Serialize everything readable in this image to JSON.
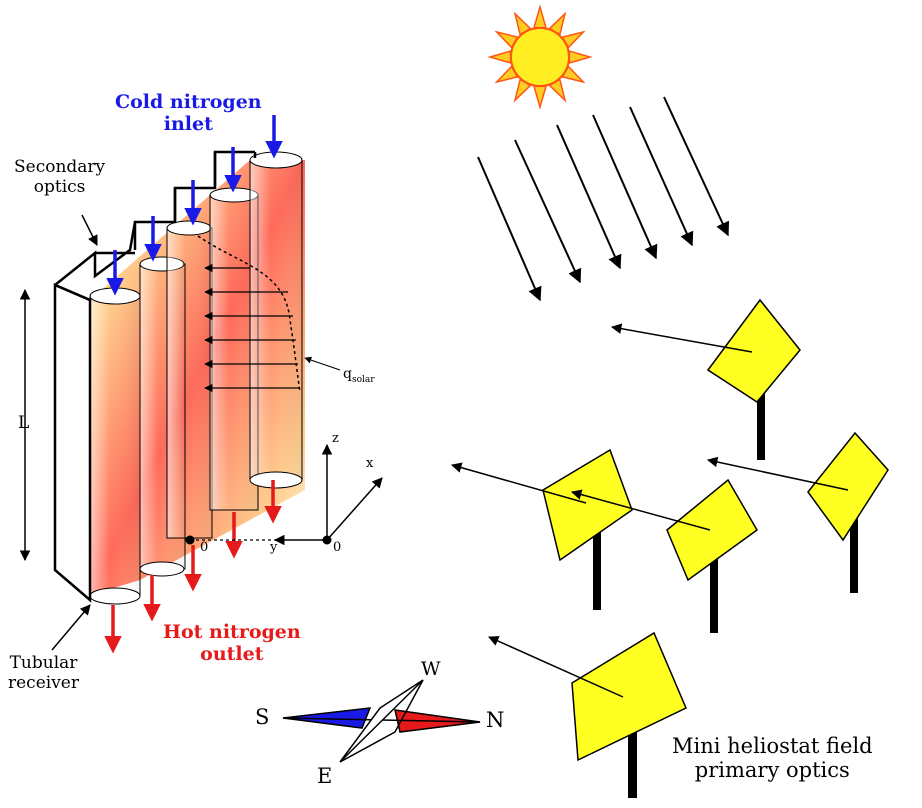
{
  "labels": {
    "cold_inlet_line1": "Cold nitrogen",
    "cold_inlet_line2": "inlet",
    "secondary_line1": "Secondary",
    "secondary_line2": "optics",
    "length": "L",
    "q_main": "q",
    "q_sub": "solar",
    "axis_z": "z",
    "axis_x": "x",
    "axis_y": "y",
    "origin_1": "0",
    "origin_2": "0",
    "hot_outlet_line1": "Hot nitrogen",
    "hot_outlet_line2": "outlet",
    "tubular_line1": "Tubular",
    "tubular_line2": "receiver",
    "compass_s": "S",
    "compass_n": "N",
    "compass_w": "W",
    "compass_e": "E",
    "heliostat_line1": "Mini heliostat field",
    "heliostat_line2": "primary optics"
  },
  "colors": {
    "inlet_arrow": "#1a1ae6",
    "outlet_arrow": "#e61a1a",
    "sun_core": "#ffee22",
    "sun_rays": "#ffcc22",
    "sun_stroke": "#ff5511",
    "mirror": "#ffff22",
    "gradient_hot": "#ff5a5a",
    "gradient_mid": "#ffb45a",
    "compass_blue": "#1a1ae6",
    "compass_red": "#e61a1a"
  },
  "icons": [
    "sun-icon",
    "compass-icon",
    "heliostat-icon"
  ]
}
